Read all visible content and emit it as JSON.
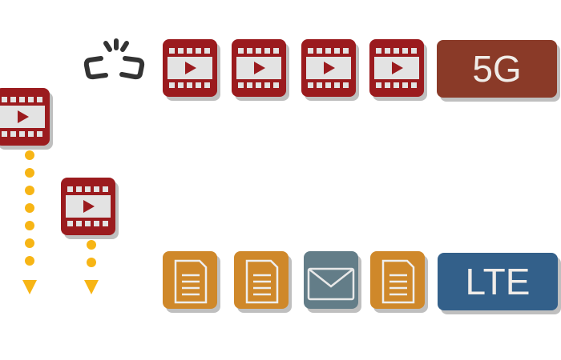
{
  "top_row": {
    "label": "5G",
    "items": [
      "video",
      "video",
      "video",
      "video"
    ],
    "color": "#9b1b1e"
  },
  "bottom_row": {
    "label": "LTE",
    "items": [
      "document",
      "document",
      "email",
      "document"
    ]
  },
  "dropped_items": [
    "video",
    "video"
  ],
  "status_icon": "broken-link-icon",
  "colors": {
    "video": "#9b1b1e",
    "document": "#cf882a",
    "email": "#637d88",
    "5g": "#8a3a28",
    "lte": "#33608a",
    "arrow": "#f7b515"
  }
}
